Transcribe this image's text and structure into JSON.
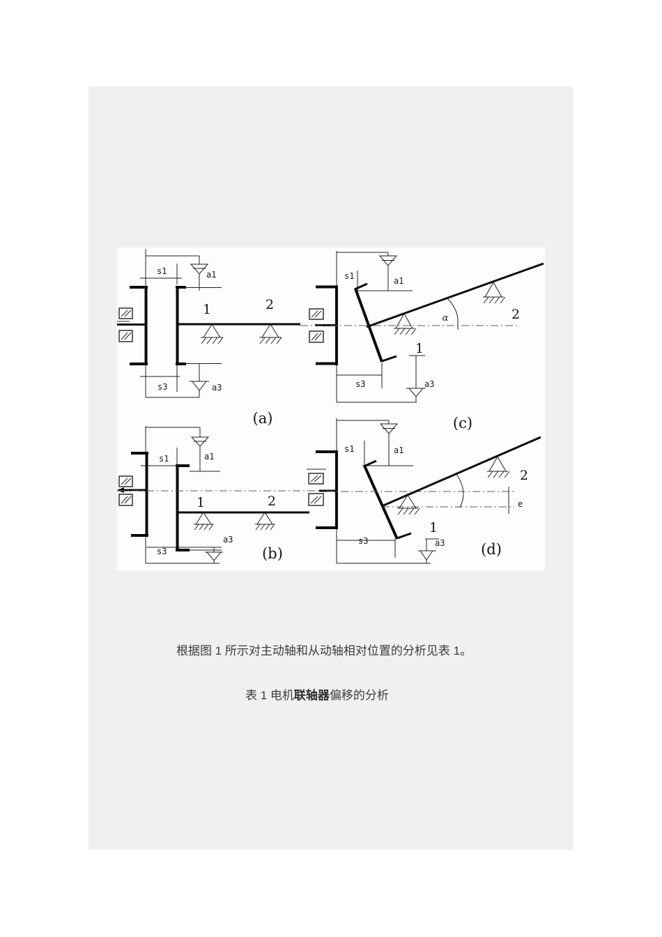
{
  "document": {
    "paragraph": "根据图 1 所示对主动轴和从动轴相对位置的分析见表 1。",
    "table_caption_prefix": "表 1 电机",
    "table_caption_bold": "联轴器",
    "table_caption_suffix": "偏移的分析"
  },
  "figure": {
    "a": {
      "s1": "s1",
      "a1": "a1",
      "s3": "s3",
      "a3": "a3",
      "n1": "1",
      "n2": "2",
      "caption": "(a)"
    },
    "b": {
      "s1": "s1",
      "a1": "a1",
      "s3": "s3",
      "a3": "a3",
      "n1": "1",
      "n2": "2",
      "caption": "(b)"
    },
    "c": {
      "s1": "s1",
      "a1": "a1",
      "s3": "s3",
      "a3": "a3",
      "n1": "1",
      "n2": "2",
      "angle": "α",
      "caption": "(c)"
    },
    "d": {
      "s1": "s1",
      "a1": "a1",
      "s3": "s3",
      "a3": "a3",
      "n1": "1",
      "n2": "2",
      "offset": "e",
      "caption": "(d)"
    }
  },
  "colors": {
    "sheet": "#f0f0f0",
    "figure_background": "#fdfdfd",
    "line": "#1f1f1f",
    "text": "#3d3d3d"
  }
}
